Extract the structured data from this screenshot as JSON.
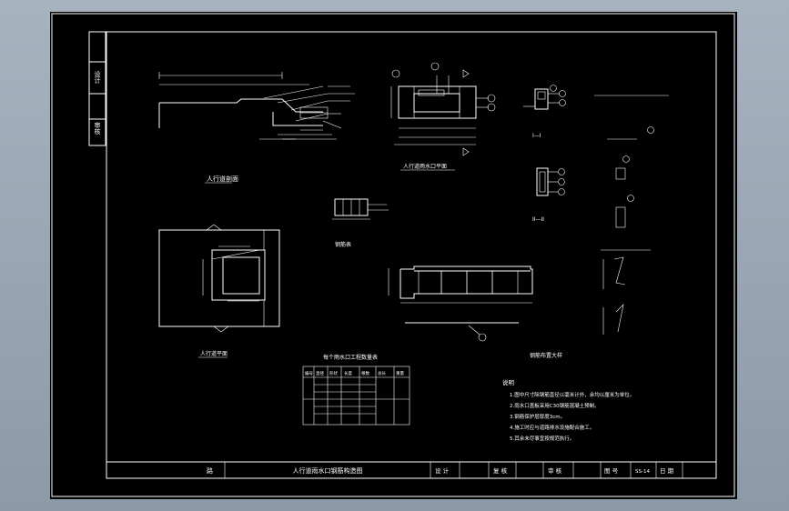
{
  "colors": {
    "paper": "#000000",
    "line": "#ffffff",
    "viewport_top": "#a7b3bf",
    "viewport_bottom": "#8c99a7"
  },
  "side_stamp": {
    "cell1": "设计",
    "cell2": "审核"
  },
  "views": {
    "section": "人行道剖面",
    "inlet": "人行道雨水口平面",
    "rebar_table_small": "钢筋表",
    "plan": "人行道平面",
    "beam_elev": "钢筋布置大样",
    "sec_a": "I—I",
    "sec_b": "II—II"
  },
  "table": {
    "title": "每个雨水口工程数量表",
    "headers": [
      "编号",
      "直径",
      "形状",
      "长度",
      "根数",
      "总长",
      "重量"
    ]
  },
  "notes": {
    "title": "说明",
    "items": [
      "1.图中尺寸除钢筋直径以毫米计外，余均以厘米为单位。",
      "2.雨水口盖板采用C30钢筋混凝土预制。",
      "3.钢筋保护层厚度3cm。",
      "4.施工时应与道路排水设施配合施工。",
      "5.其余未尽事宜按规范执行。"
    ]
  },
  "title_block": {
    "project": "路",
    "drawing_title": "人行道雨水口钢筋构造图",
    "design_label": "设 计",
    "check_label": "复 核",
    "review_label": "审 核",
    "drawing_no_label": "图 号",
    "drawing_no": "SS-14",
    "date_label": "日 期"
  }
}
